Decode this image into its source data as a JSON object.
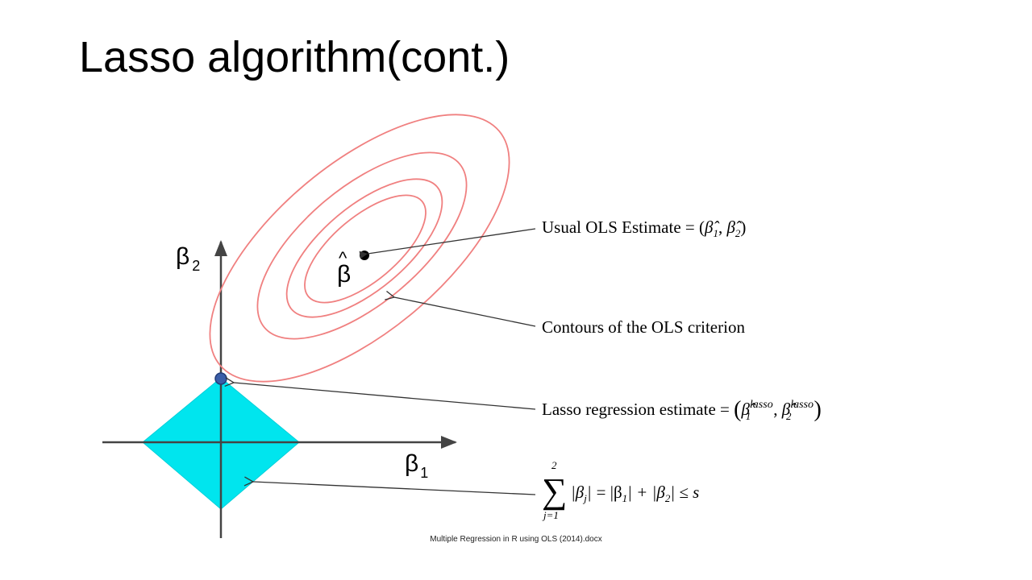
{
  "slide": {
    "title": "Lasso algorithm(cont.)",
    "footer": "Multiple Regression in R using OLS (2014).docx"
  },
  "diagram": {
    "axis_y": {
      "symbol": "β",
      "subscript": "2"
    },
    "axis_x": {
      "symbol": "β",
      "subscript": "1"
    },
    "beta_hat": {
      "hat": "^",
      "symbol": "β"
    },
    "callouts": {
      "ols_estimate": {
        "text": "Usual OLS Estimate = (",
        "beta1": "β̂",
        "sub1": "1",
        "comma": ", ",
        "beta2": "β̂",
        "sub2": "2",
        "close": ")"
      },
      "contours": {
        "text": "Contours of the OLS criterion"
      },
      "lasso_estimate": {
        "text": "Lasso regression estimate = ",
        "open": "(",
        "beta1": "β̂",
        "sub1": "1",
        "sup1": "lasso",
        "comma": ", ",
        "beta2": "β̂",
        "sub2": "2",
        "sup2": "lasso",
        "close": ")"
      },
      "constraint": {
        "sum": "∑",
        "upper": "2",
        "lower": "j=1",
        "abs_beta_j": "|β",
        "j": "j",
        "bar": "|",
        "rest": "= |β",
        "s1": "1",
        "mid": "| + |β",
        "s2": "2",
        "tail": "| ≤ s"
      }
    },
    "colors": {
      "contour": "#f08080",
      "diamond": "#00e5ee",
      "lasso_point": "#3a5ea8",
      "axis": "#444444",
      "pointer": "#333333"
    }
  }
}
